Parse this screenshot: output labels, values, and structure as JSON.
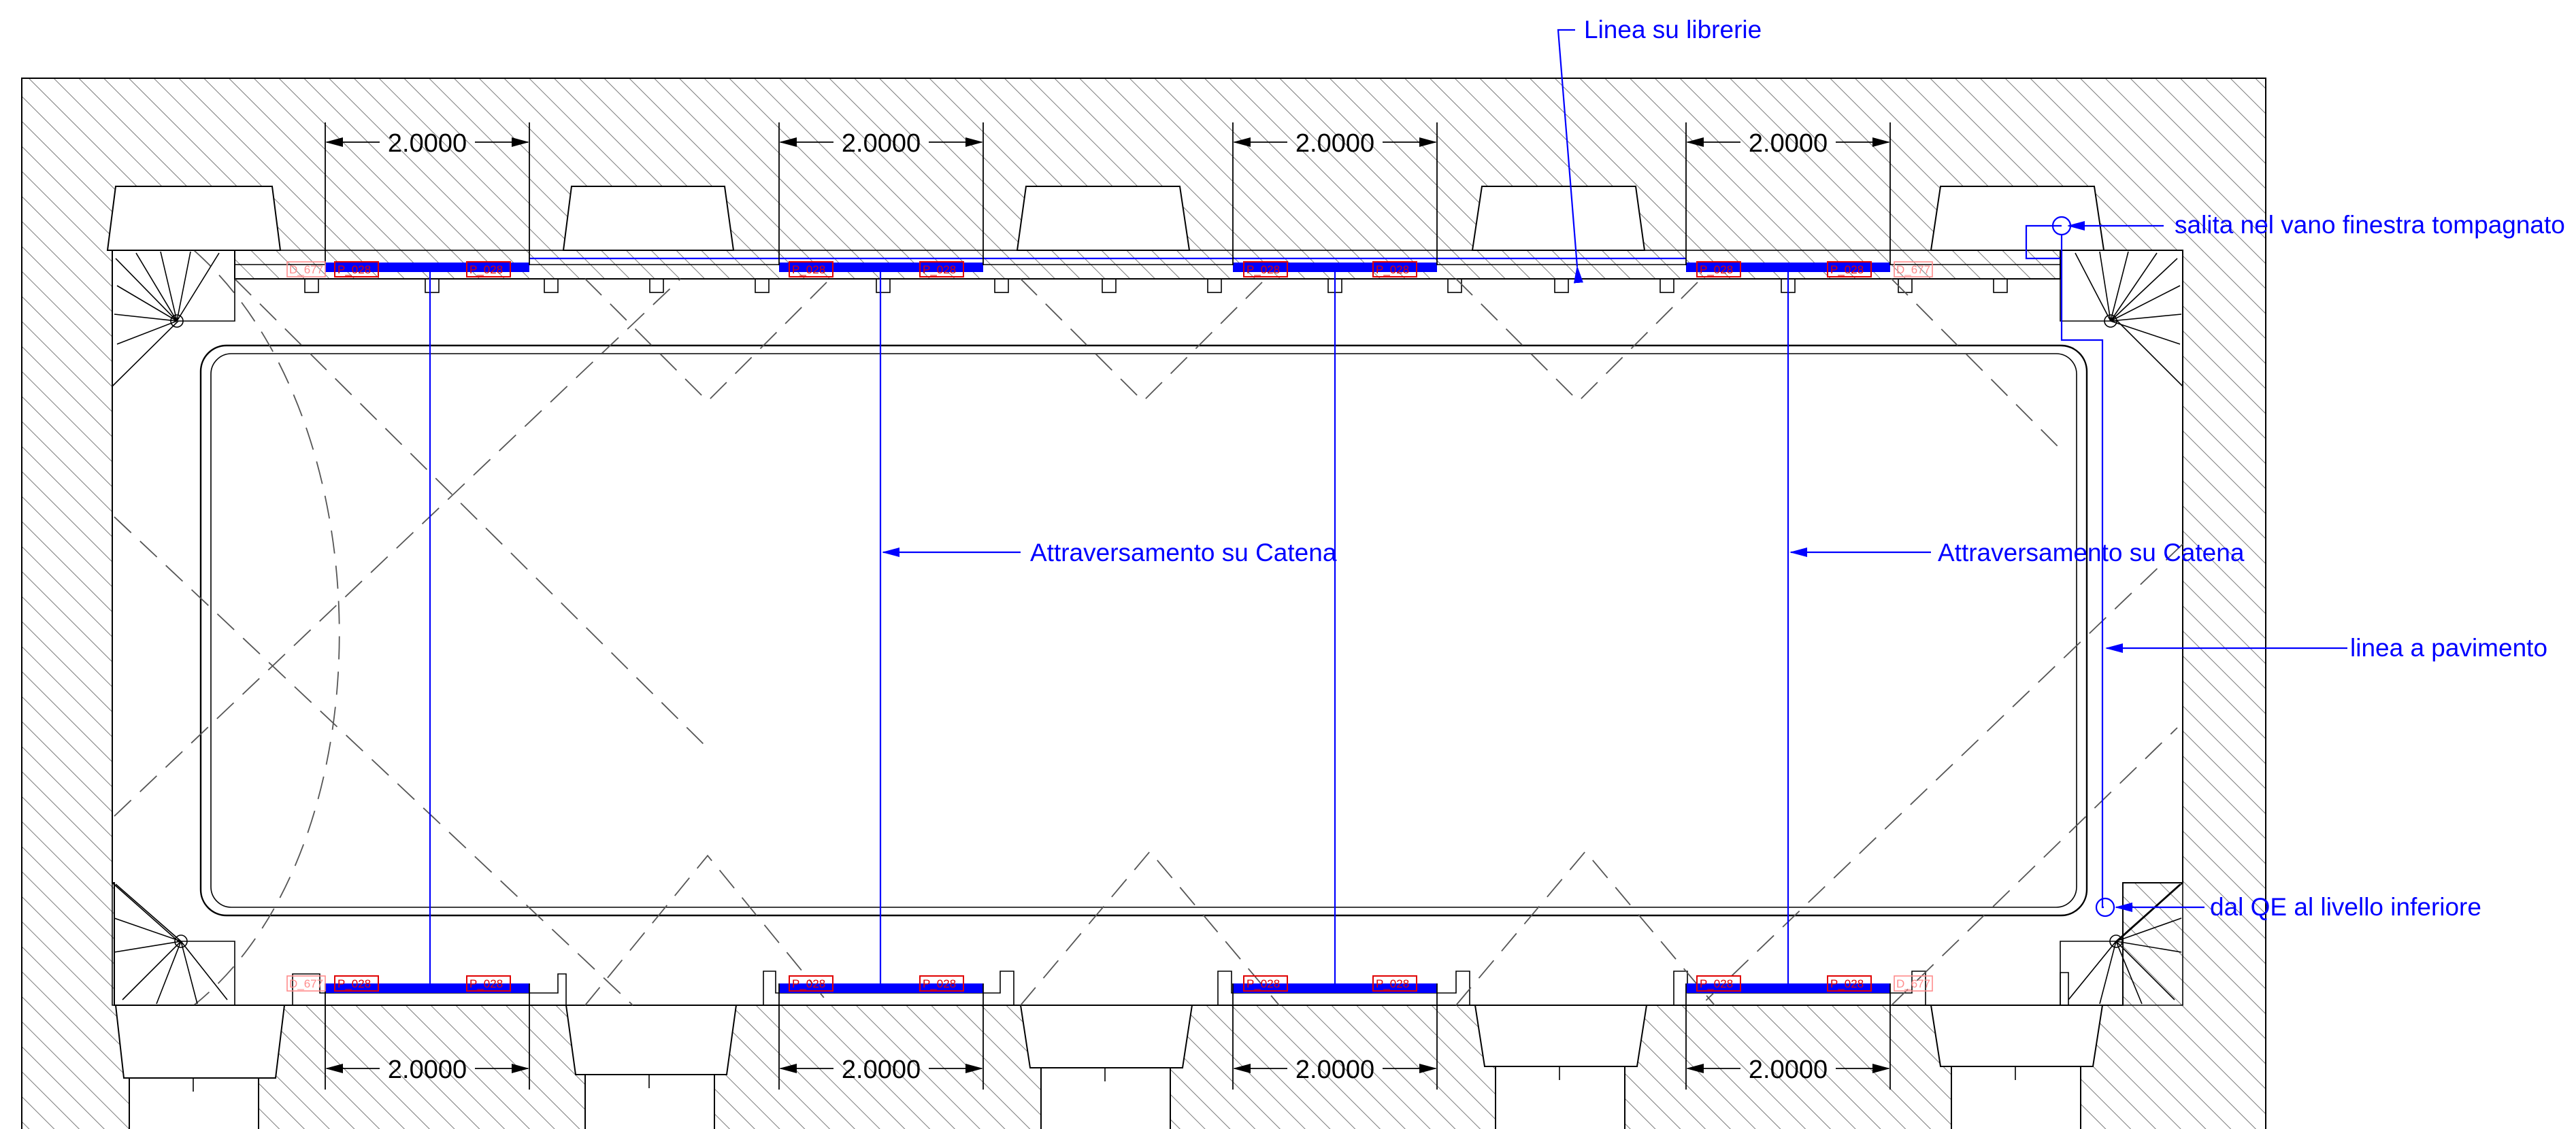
{
  "drawing": {
    "dimension_label": "2.0000",
    "notes": {
      "linea_librerie": "Linea su librerie",
      "salita": "salita nel vano finestra tompagnato",
      "catena_left": "Attraversamento su Catena",
      "catena_right": "Attraversamento su Catena",
      "pavimento": "linea a pavimento",
      "dal_qe": "dal QE al livello inferiore"
    },
    "outlet_tags": {
      "top": [
        "P_028",
        "P_028",
        "P_028",
        "P_028",
        "P_028",
        "P_028",
        "P_028",
        "P_028"
      ],
      "bottom": [
        "P_028",
        "P_028",
        "P_028",
        "P_028",
        "P_028",
        "P_028",
        "P_028",
        "P_028"
      ],
      "end_tags": [
        "D_677",
        "D_677",
        "D_677",
        "D_677"
      ]
    },
    "colors": {
      "cable": "#0000ff",
      "outlet_tag": "#e00000",
      "line": "#000000"
    }
  }
}
